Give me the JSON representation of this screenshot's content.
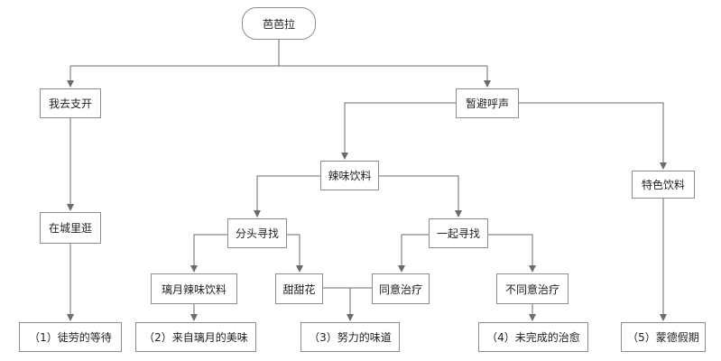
{
  "nodes": {
    "root": "芭芭拉",
    "n_left": "我去支开",
    "n_right": "暂避呼声",
    "n_walk": "在城里逛",
    "n_spicy": "辣味饮料",
    "n_special": "特色饮料",
    "n_split": "分头寻找",
    "n_together": "一起寻找",
    "n_liyue": "璃月辣味饮料",
    "n_sweet": "甜甜花",
    "n_agree": "同意治疗",
    "n_disagree": "不同意治疗",
    "e1": "（1）徒劳的等待",
    "e2": "（2）来自璃月的美味",
    "e3": "（3）努力的味道",
    "e4": "（4）未完成的治愈",
    "e5": "（5）蒙德假期"
  },
  "colors": {
    "line": "#6b6b6b",
    "border": "#8c8c8c"
  }
}
